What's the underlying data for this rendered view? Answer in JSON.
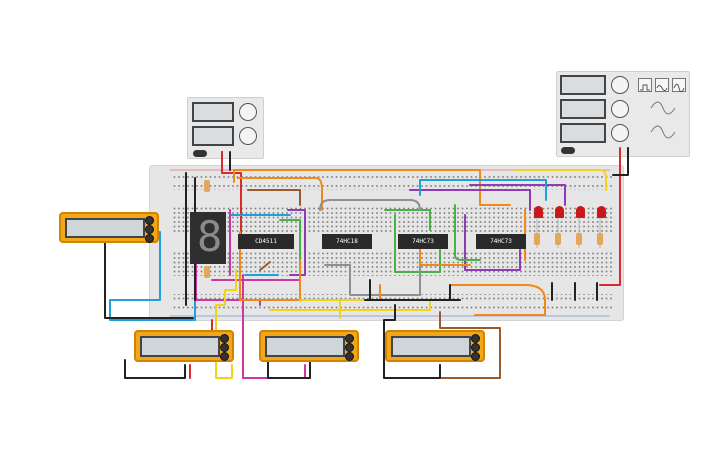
{
  "workspace": {
    "background": "#ffffff"
  },
  "power_supply": {
    "toggle_icon": "power-toggle-icon"
  },
  "function_generator": {
    "waveforms": [
      "square-wave-icon",
      "triangle-wave-icon",
      "sine-wave-icon"
    ]
  },
  "chips": [
    {
      "label": "CD4511"
    },
    {
      "label": "74HC18"
    },
    {
      "label": "74HC73"
    },
    {
      "label": "74HC73"
    }
  ],
  "display": {
    "digit": "8"
  },
  "leds": {
    "count": 4,
    "color": "#c8181a"
  },
  "multimeters": {
    "count": 4,
    "color": "#f2a71b"
  },
  "wire_colors": {
    "red": "#d92b2b",
    "black": "#222222",
    "orange": "#ef8a1a",
    "yellow": "#f2d31b",
    "green": "#47b347",
    "blue": "#1fa0d8",
    "purple": "#8e3bb5",
    "magenta": "#d035a5",
    "brown": "#9a5a2c",
    "gray": "#8f8f8f"
  }
}
